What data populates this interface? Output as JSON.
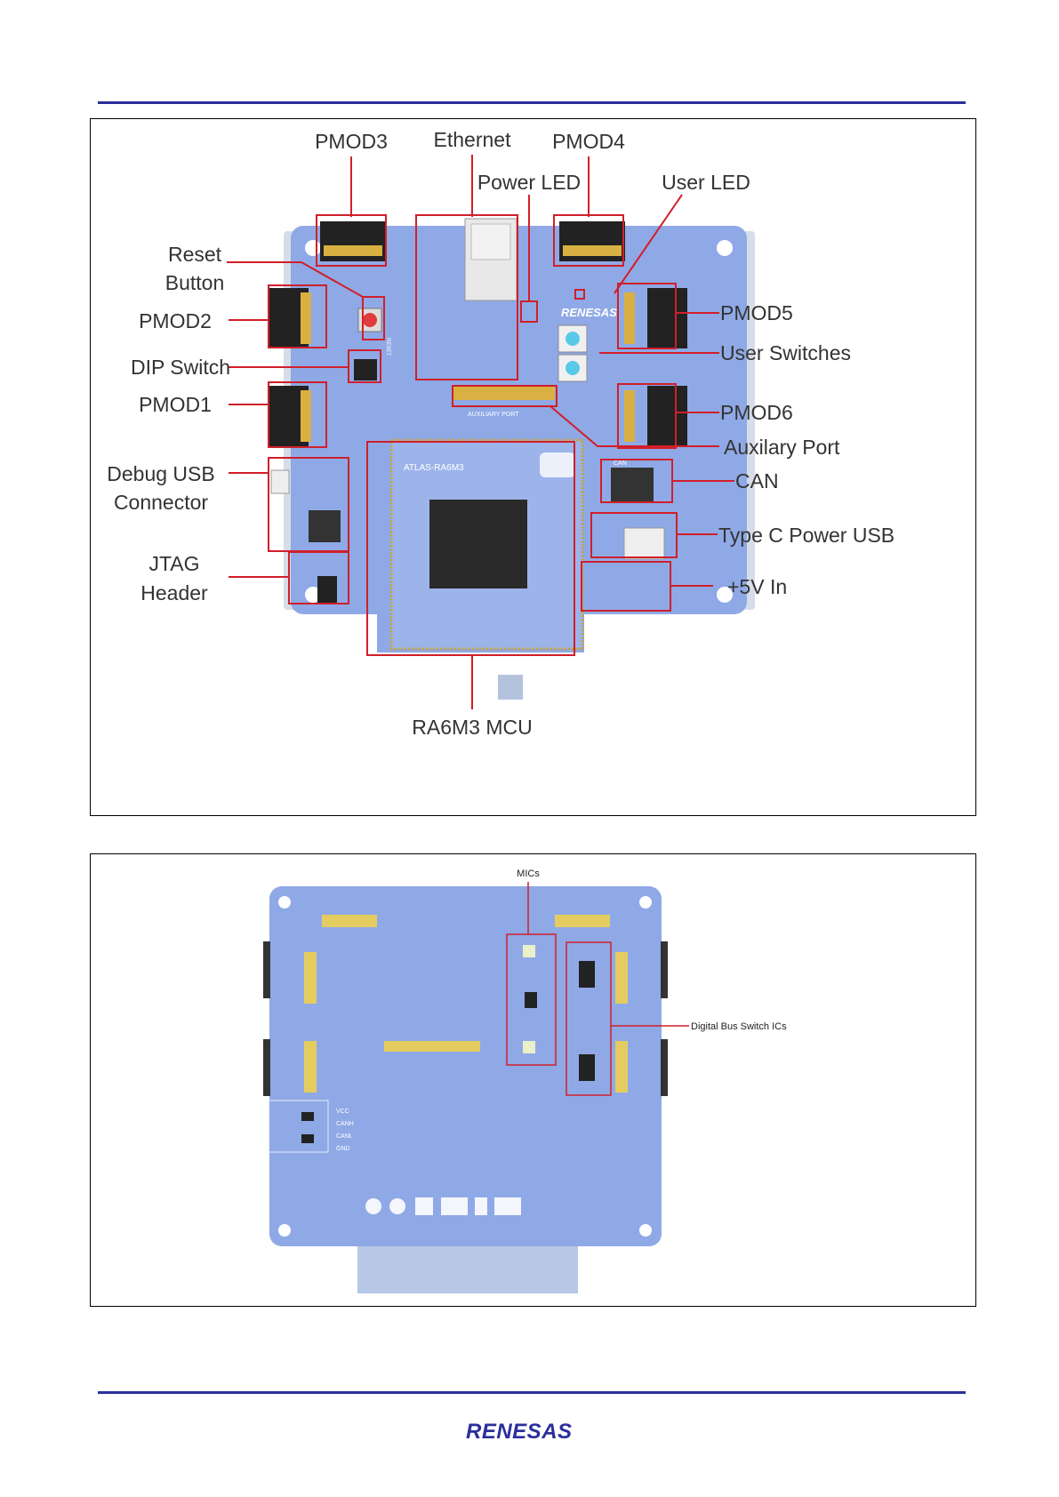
{
  "figure_top": {
    "labels": {
      "pmod3": "PMOD3",
      "ethernet": "Ethernet",
      "pmod4": "PMOD4",
      "power_led": "Power LED",
      "user_led": "User LED",
      "reset_button_line1": "Reset",
      "reset_button_line2": "Button",
      "pmod2": "PMOD2",
      "dip_switch": "DIP Switch",
      "pmod1": "PMOD1",
      "debug_usb_line1": "Debug USB",
      "debug_usb_line2": "Connector",
      "jtag_line1": "JTAG",
      "jtag_line2": "Header",
      "pmod5": "PMOD5",
      "user_switches": "User Switches",
      "pmod6": "PMOD6",
      "auxiliary_port": "Auxilary Port",
      "can": "CAN",
      "type_c_power_usb": "Type C Power USB",
      "plus5v_in": "+5V In",
      "mcu": "RA6M3 MCU"
    },
    "board_silkscreen": {
      "board_name": "ATLAS-RA6M3",
      "aux_port": "AUXILIARY PORT",
      "brand": "RENESAS",
      "can": "CAN",
      "reset": "RESET"
    }
  },
  "figure_bottom": {
    "labels": {
      "mics": "MICs",
      "digital_bus_switch_ics": "Digital Bus Switch ICs"
    },
    "board_silkscreen": {
      "can_pins": [
        "VCC",
        "CANH",
        "CANL",
        "GND"
      ]
    }
  },
  "footer": {
    "logo_text": "RENESAS"
  },
  "colors": {
    "rule": "#2b2f9b",
    "board": "#8fa9e6",
    "callout": "#d11f2a",
    "brand": "#2b2f9b"
  }
}
